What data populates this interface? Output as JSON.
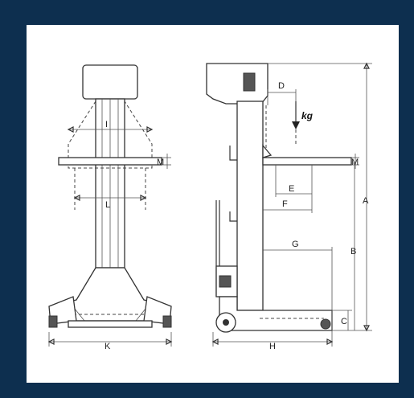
{
  "colors": {
    "frame": "#0d2f4f",
    "sheet": "#ffffff",
    "ink": "#333333"
  },
  "labels": {
    "I": "I",
    "L": "L",
    "M_front": "M",
    "K": "K",
    "D": "D",
    "kg": "kg",
    "M_side": "M",
    "E": "E",
    "F": "F",
    "G": "G",
    "A": "A",
    "B": "B",
    "C": "C",
    "H": "H"
  }
}
